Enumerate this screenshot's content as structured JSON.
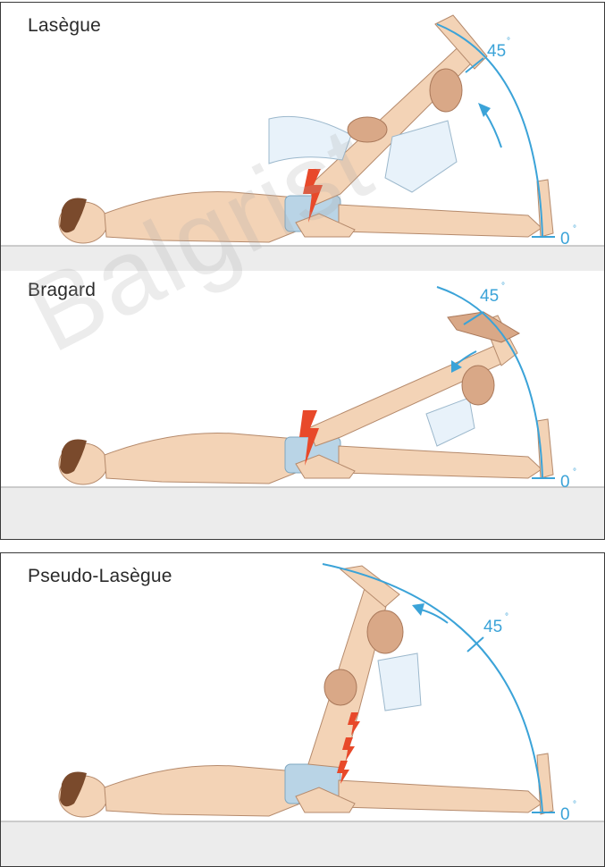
{
  "panels": [
    {
      "title": "Lasègue",
      "angle_top": "45",
      "angle_bottom": "0"
    },
    {
      "title": "Bragard",
      "angle_top": "45",
      "angle_bottom": "0"
    },
    {
      "title": "Pseudo-Lasègue",
      "angle_top": "45",
      "angle_bottom": "0"
    }
  ],
  "degree_symbol": "°",
  "watermark": "Balgrist",
  "colors": {
    "skin": "#f3d3b6",
    "skin_shadow": "#d9a887",
    "hair": "#7a4a2c",
    "shorts": "#b9d4e6",
    "coat": "#e8f2fa",
    "arc": "#3ba3d8",
    "pain": "#e8492a",
    "table": "#ececec",
    "frame": "#3a3a3a"
  }
}
